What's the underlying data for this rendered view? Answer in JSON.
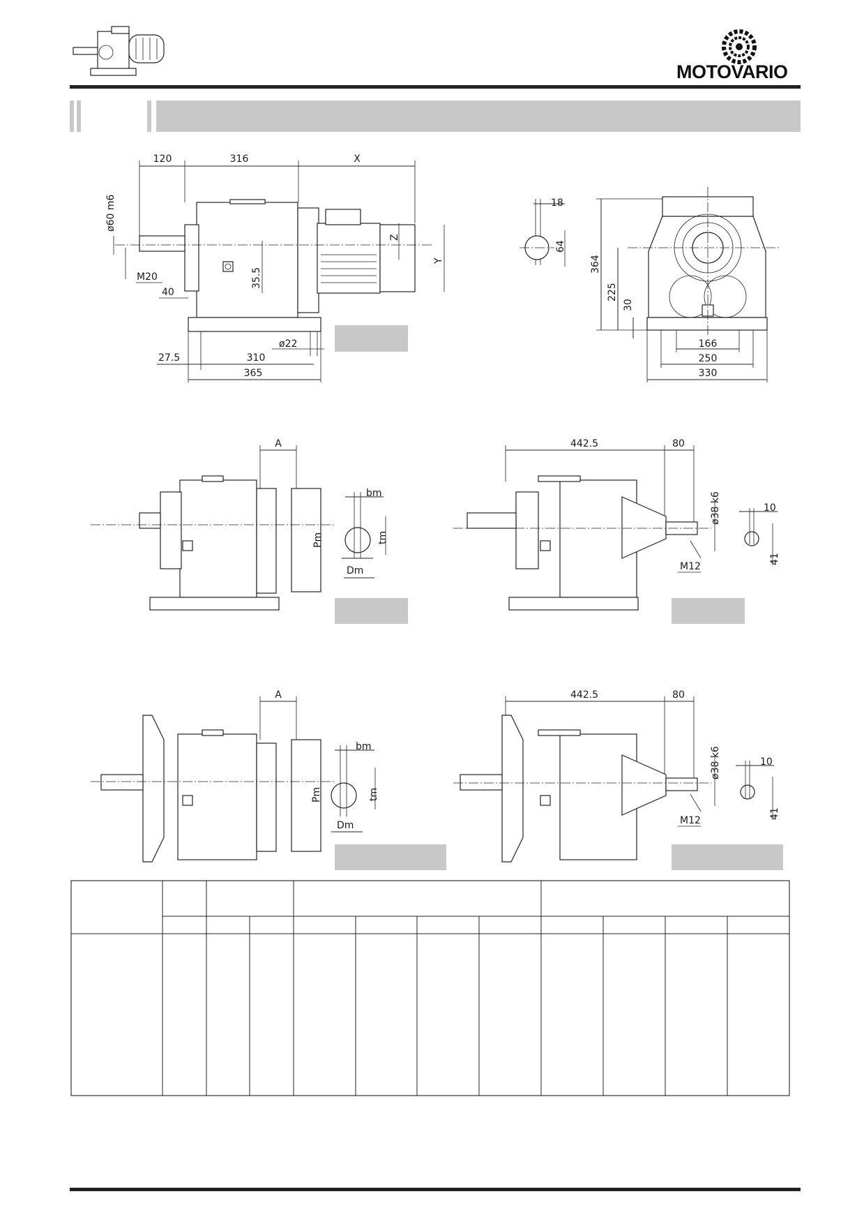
{
  "brand": {
    "name": "MOTOVARIO",
    "icon": "motovario-gear-logo"
  },
  "header": {
    "product_image": "gearmotor-illustration"
  },
  "drawings": {
    "main_side": {
      "top_dims": [
        "120",
        "316",
        "X"
      ],
      "left_labels": [
        "ø60 m6",
        "M20",
        "40",
        "35.5"
      ],
      "right_labels": [
        "Z",
        "Y"
      ],
      "bottom_dims": [
        "27.5",
        "310",
        "365"
      ],
      "hole": "ø22"
    },
    "main_front": {
      "key_dims": [
        "18",
        "64"
      ],
      "vertical_dims": [
        "364",
        "225",
        "30"
      ],
      "bottom_dims": [
        "166",
        "250",
        "330"
      ]
    },
    "mid_left": {
      "top": "A",
      "labels": [
        "Pm",
        "bm",
        "tm",
        "Dm"
      ]
    },
    "mid_right": {
      "top": [
        "442.5",
        "80"
      ],
      "labels": [
        "ø38 k6",
        "10",
        "41",
        "M12"
      ]
    },
    "bot_left": {
      "top": "A",
      "labels": [
        "Pm",
        "bm",
        "tm",
        "Dm"
      ]
    },
    "bot_right": {
      "top": [
        "442.5",
        "80"
      ],
      "labels": [
        "ø38 k6",
        "10",
        "41",
        "M12"
      ]
    }
  }
}
